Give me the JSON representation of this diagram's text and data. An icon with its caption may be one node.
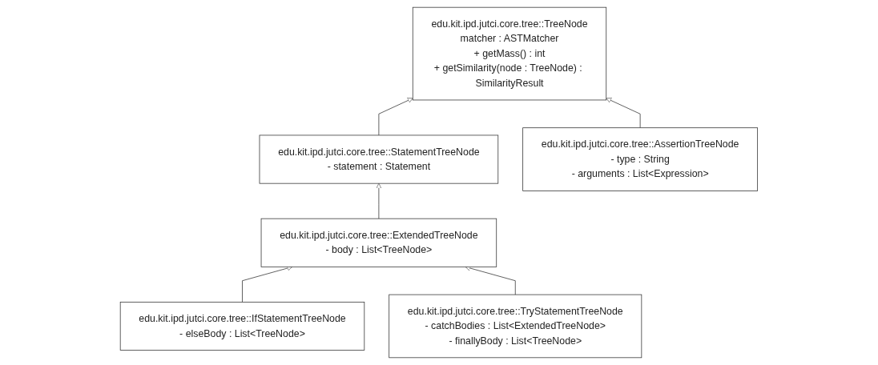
{
  "diagram": {
    "nodes": [
      {
        "text": [
          "edu.kit.ipd.jutci.core.tree::TreeNode",
          "matcher : ASTMatcher",
          "+ getMass() : int",
          "+ getSimilarity(node : TreeNode) : SimilarityResult"
        ]
      },
      {
        "text": [
          "edu.kit.ipd.jutci.core.tree::StatementTreeNode",
          "- statement : Statement"
        ]
      },
      {
        "text": [
          "edu.kit.ipd.jutci.core.tree::AssertionTreeNode",
          "- type : String",
          "- arguments : List<Expression>"
        ]
      },
      {
        "text": [
          "edu.kit.ipd.jutci.core.tree::ExtendedTreeNode",
          "- body : List<TreeNode>"
        ]
      },
      {
        "text": [
          "edu.kit.ipd.jutci.core.tree::IfStatementTreeNode",
          "- elseBody : List<TreeNode>"
        ]
      },
      {
        "text": [
          "edu.kit.ipd.jutci.core.tree::TryStatementTreeNode",
          "- catchBodies : List<ExtendedTreeNode>",
          "- finallyBody : List<TreeNode>"
        ]
      }
    ],
    "edges": [
      {
        "from": 1,
        "to": 0,
        "arrow": "to"
      },
      {
        "from": 2,
        "to": 0,
        "arrow": "to"
      },
      {
        "from": 3,
        "to": 1,
        "arrow": "to"
      },
      {
        "from": 4,
        "to": 3,
        "arrow": "to"
      },
      {
        "from": 5,
        "to": 3,
        "arrow": "to"
      }
    ]
  }
}
